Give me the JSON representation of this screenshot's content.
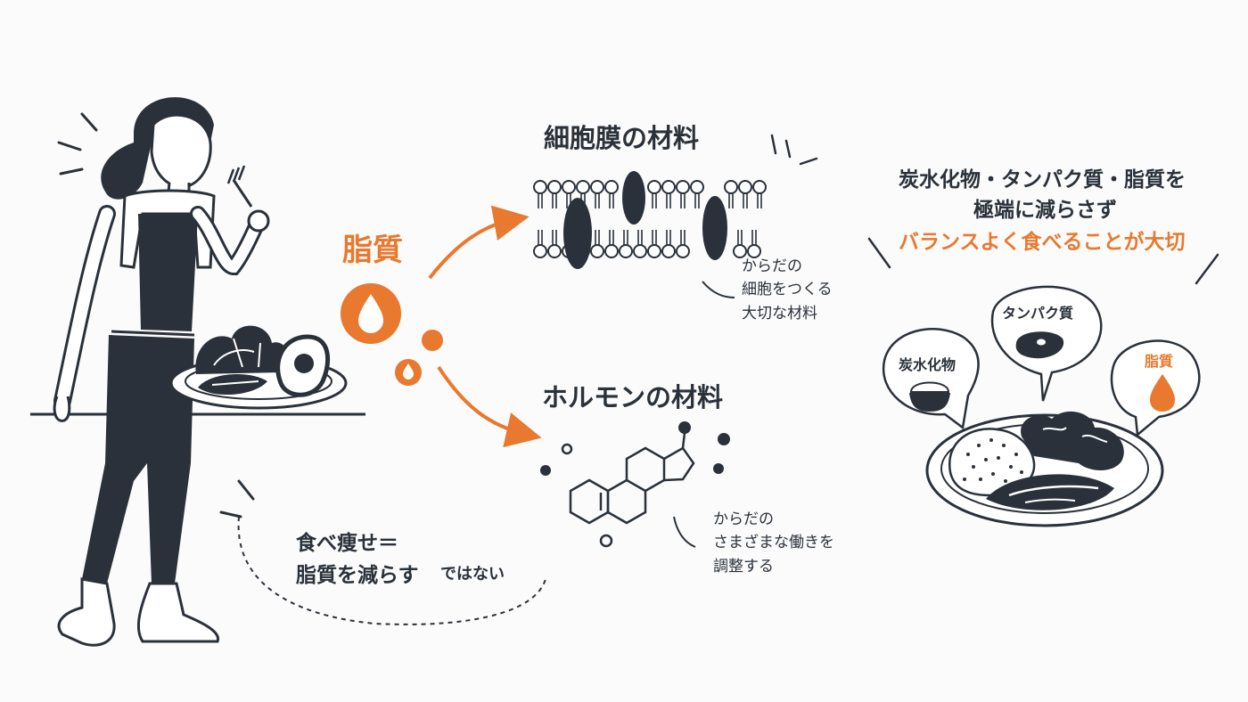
{
  "fat_label": "脂質",
  "membrane": {
    "title": "細胞膜の材料",
    "caption": "からだの\n細胞をつくる\n大切な材料"
  },
  "hormone": {
    "title": "ホルモンの材料",
    "caption": "からだの\nさまざまな働きを\n調整する"
  },
  "diet_message": {
    "line1": "食べ痩せ＝",
    "line2": "脂質を減らす",
    "tail": "ではない"
  },
  "balance": {
    "line1": "炭水化物・タンパク質・脂質を",
    "line2": "極端に減らさず",
    "line3": "バランスよく食べることが大切"
  },
  "bubbles": {
    "carb": "炭水化物",
    "protein": "タンパク質",
    "fat": "脂質"
  },
  "colors": {
    "accent": "#e8792e",
    "ink": "#2a313a",
    "background": "#fbfbfb"
  },
  "icons": [
    "woman-eating-icon",
    "fork-icon",
    "salad-plate-icon",
    "fat-droplet-icon",
    "arrow-icon",
    "cell-membrane-icon",
    "steroid-molecule-icon",
    "rice-bowl-icon",
    "steak-icon",
    "balanced-plate-icon"
  ]
}
